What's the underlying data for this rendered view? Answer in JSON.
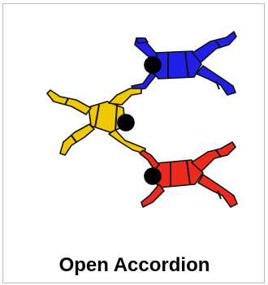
{
  "caption": {
    "title": "Open Accordion"
  },
  "figure": {
    "description_icon": "skydiver-formation-icon",
    "jumpers": [
      {
        "id": "top",
        "color": "#2020e8"
      },
      {
        "id": "left",
        "color": "#f0c800"
      },
      {
        "id": "bottom",
        "color": "#ee2a1e"
      }
    ],
    "stripe_color": "#111111",
    "head_color": "#000000",
    "outline_color": "#111111"
  }
}
